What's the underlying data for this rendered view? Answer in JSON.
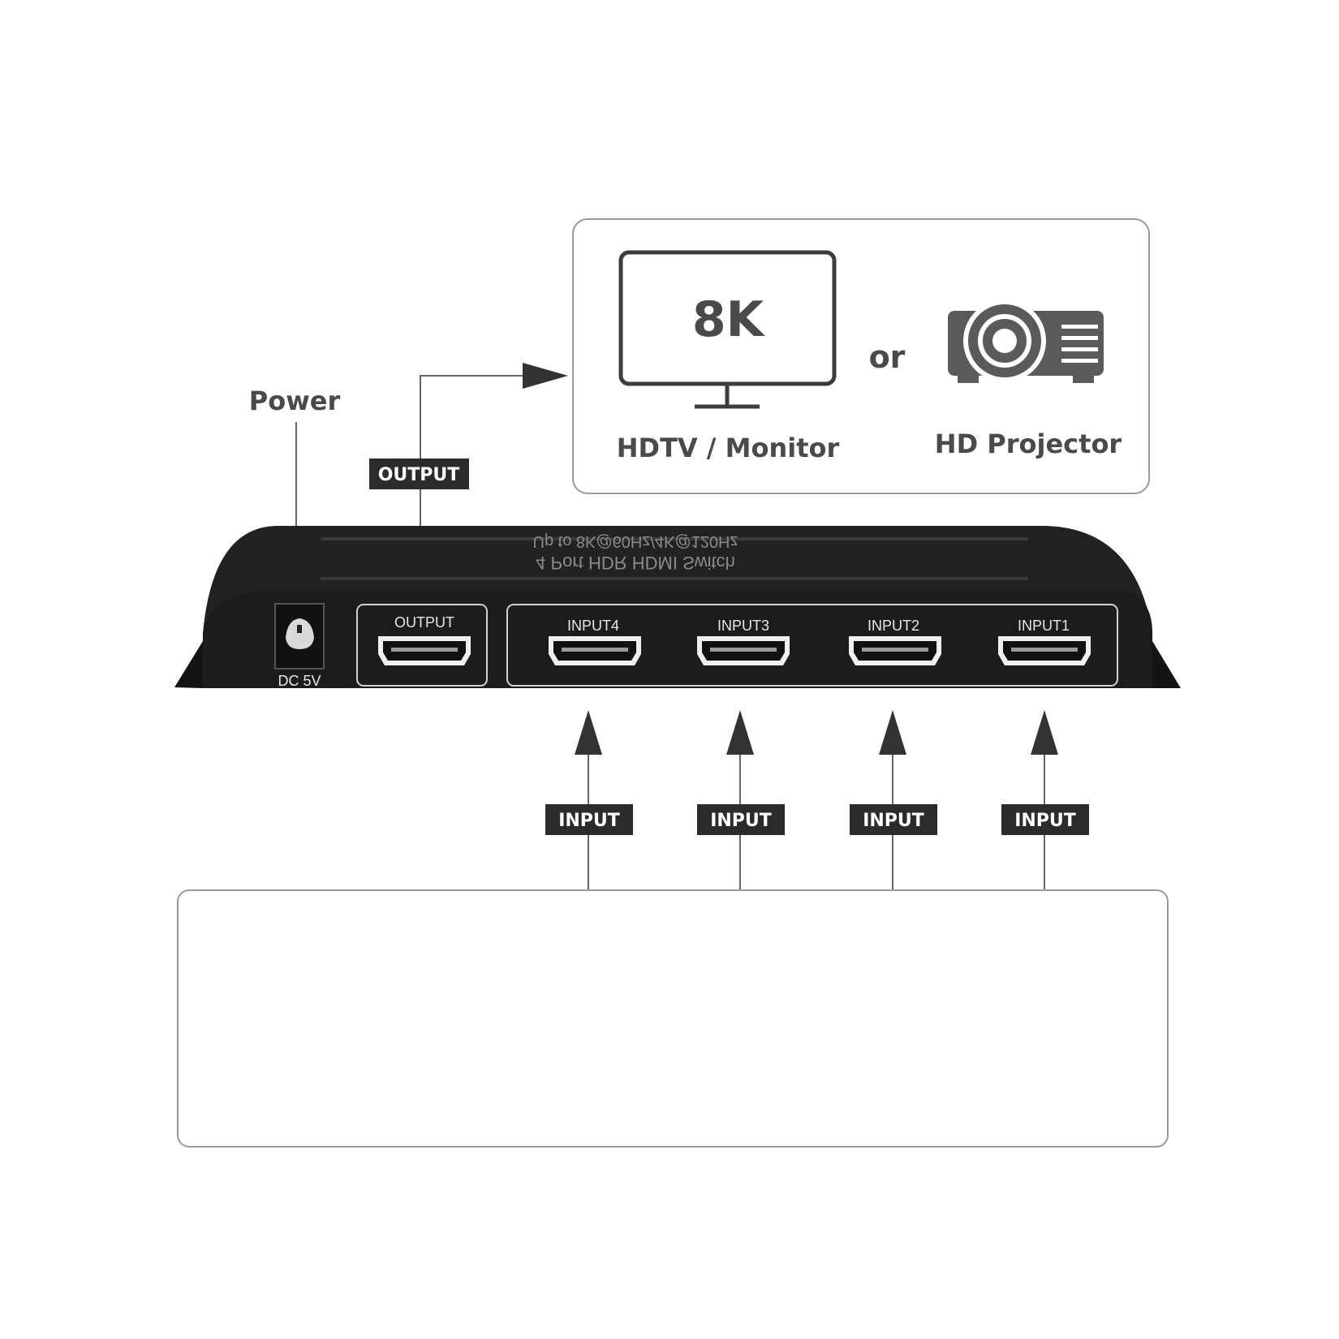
{
  "display": {
    "resolution_label": "8K",
    "or_label": "or",
    "monitor_caption": "HDTV / Monitor",
    "projector_caption": "HD Projector"
  },
  "power": {
    "label": "Power",
    "connector_label": "DC 5V"
  },
  "output_tag": "OUTPUT",
  "device": {
    "top_line1": "4 Port HDR HDMI Switch",
    "top_line2": "Up to 8K@60Hz/4K@120Hz",
    "output_port_label": "OUTPUT",
    "input_ports": [
      "INPUT4",
      "INPUT3",
      "INPUT2",
      "INPUT1"
    ]
  },
  "input_tags": [
    "INPUT",
    "INPUT",
    "INPUT",
    "INPUT"
  ],
  "colors": {
    "device_body": "#1c1c1c",
    "tag_bg": "#2b2b2b",
    "line": "#666666",
    "box_border": "#9a9a9a"
  }
}
